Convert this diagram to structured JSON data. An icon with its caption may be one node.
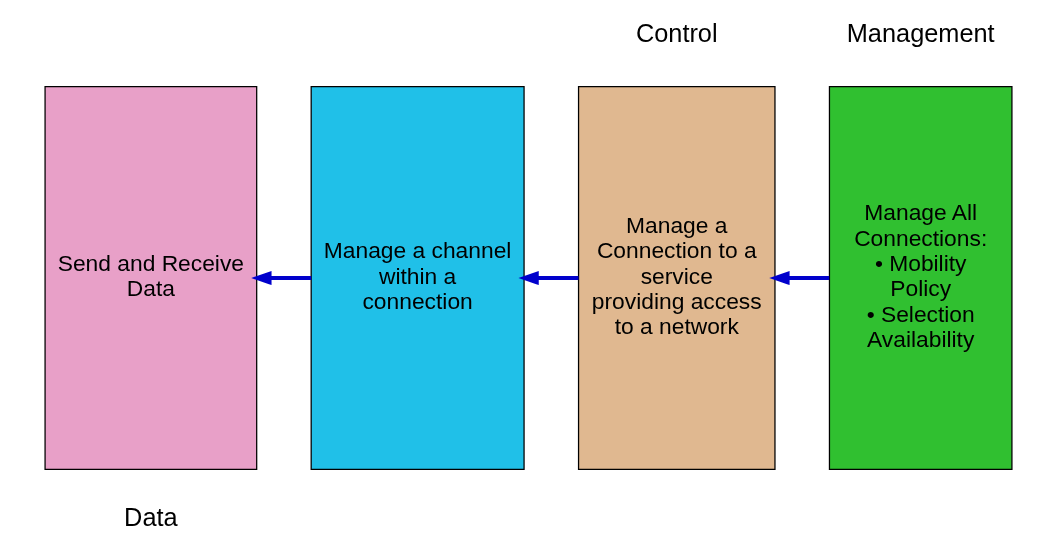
{
  "diagram": {
    "nodes": [
      {
        "text": [
          "Send and Receive Data"
        ]
      },
      {
        "text": [
          "Manage a channel within a connection"
        ]
      },
      {
        "text": [
          "Manage a Connection to a service providing access to a network"
        ]
      },
      {
        "text": [
          "Manage All Connections:",
          "• Mobility Policy",
          "• Selection Availability"
        ]
      }
    ],
    "edges": [
      {
        "from": 1,
        "to": 0,
        "arrow": "to"
      },
      {
        "from": 2,
        "to": 1,
        "arrow": "to"
      },
      {
        "from": 3,
        "to": 2,
        "arrow": "to"
      }
    ],
    "labels": [
      "Data",
      "Control",
      "Management"
    ]
  }
}
